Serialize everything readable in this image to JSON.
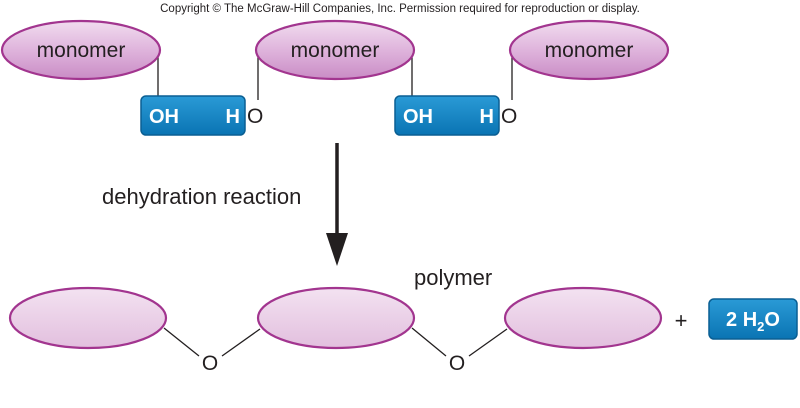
{
  "copyright": "Copyright © The McGraw-Hill Companies, Inc. Permission required for reproduction or display.",
  "monomers": [
    {
      "label": "monomer"
    },
    {
      "label": "monomer"
    },
    {
      "label": "monomer"
    }
  ],
  "groups": [
    {
      "oh": "OH",
      "h": "H",
      "o": "O"
    },
    {
      "oh": "OH",
      "h": "H",
      "o": "O"
    }
  ],
  "reaction_label": "dehydration reaction",
  "polymer_label": "polymer",
  "linkage_atoms": [
    "O",
    "O"
  ],
  "plus_sign": "+",
  "water": {
    "coefficient": "2 H",
    "subscript": "2",
    "tail": "O"
  },
  "colors": {
    "monomer_fill": "#d9a8d6",
    "monomer_stroke": "#a2358f",
    "polymer_fill": "#e8c9e4",
    "group_fill": "#0f86c6",
    "group_stroke": "#0a5f93",
    "arrow": "#231f20"
  }
}
